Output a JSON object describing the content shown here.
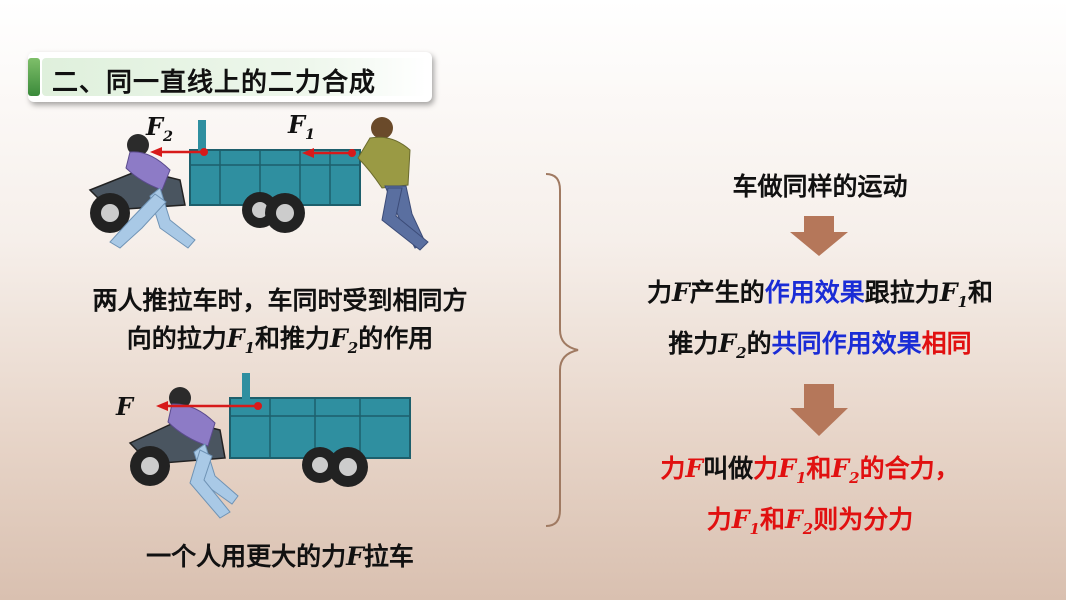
{
  "section_title": "二、同一直线上的二力合成",
  "top_illustration": {
    "label_f2_main": "F",
    "label_f2_sub": "2",
    "label_f1_main": "F",
    "label_f1_sub": "1"
  },
  "caption_two": {
    "line1": "两人推拉车时，车同时受到相同方",
    "line2_a": "向的拉力",
    "f1_main": "F",
    "f1_sub": "1",
    "line2_b": "和推力",
    "f2_main": "F",
    "f2_sub": "2",
    "line2_c": "的作用"
  },
  "bottom_illustration": {
    "label_f": "F"
  },
  "caption_one": {
    "text_a": "一个人用更大的力",
    "f": "F",
    "text_b": "拉车"
  },
  "right": {
    "line1": "车做同样的运动",
    "p2_a": "力",
    "p2_f": "F",
    "p2_b": "产生的",
    "p2_blue1": "作用效果",
    "p2_c": "跟拉力",
    "p2_f1_main": "F",
    "p2_f1_sub": "1",
    "p2_d": "和",
    "p3_a": "推力",
    "p3_f2_main": "F",
    "p3_f2_sub": "2",
    "p3_b": "的",
    "p3_blue2": "共同作用效果",
    "p3_red": "相同",
    "p4_a": "力",
    "p4_f": "F",
    "p4_b": "叫做",
    "p4_c": "力",
    "p4_f1_main": "F",
    "p4_f1_sub": "1",
    "p4_d": "和",
    "p4_f2_main": "F",
    "p4_f2_sub": "2",
    "p4_e": "的合力，",
    "p5_a": "力",
    "p5_f1_main": "F",
    "p5_f1_sub": "1",
    "p5_b": "和",
    "p5_f2_main": "F",
    "p5_f2_sub": "2",
    "p5_c": "则为分力"
  },
  "colors": {
    "arrow_brown": "#b5775a",
    "blue": "#1a2cd6",
    "red": "#e11010",
    "force_arrow": "#d71a1a"
  }
}
